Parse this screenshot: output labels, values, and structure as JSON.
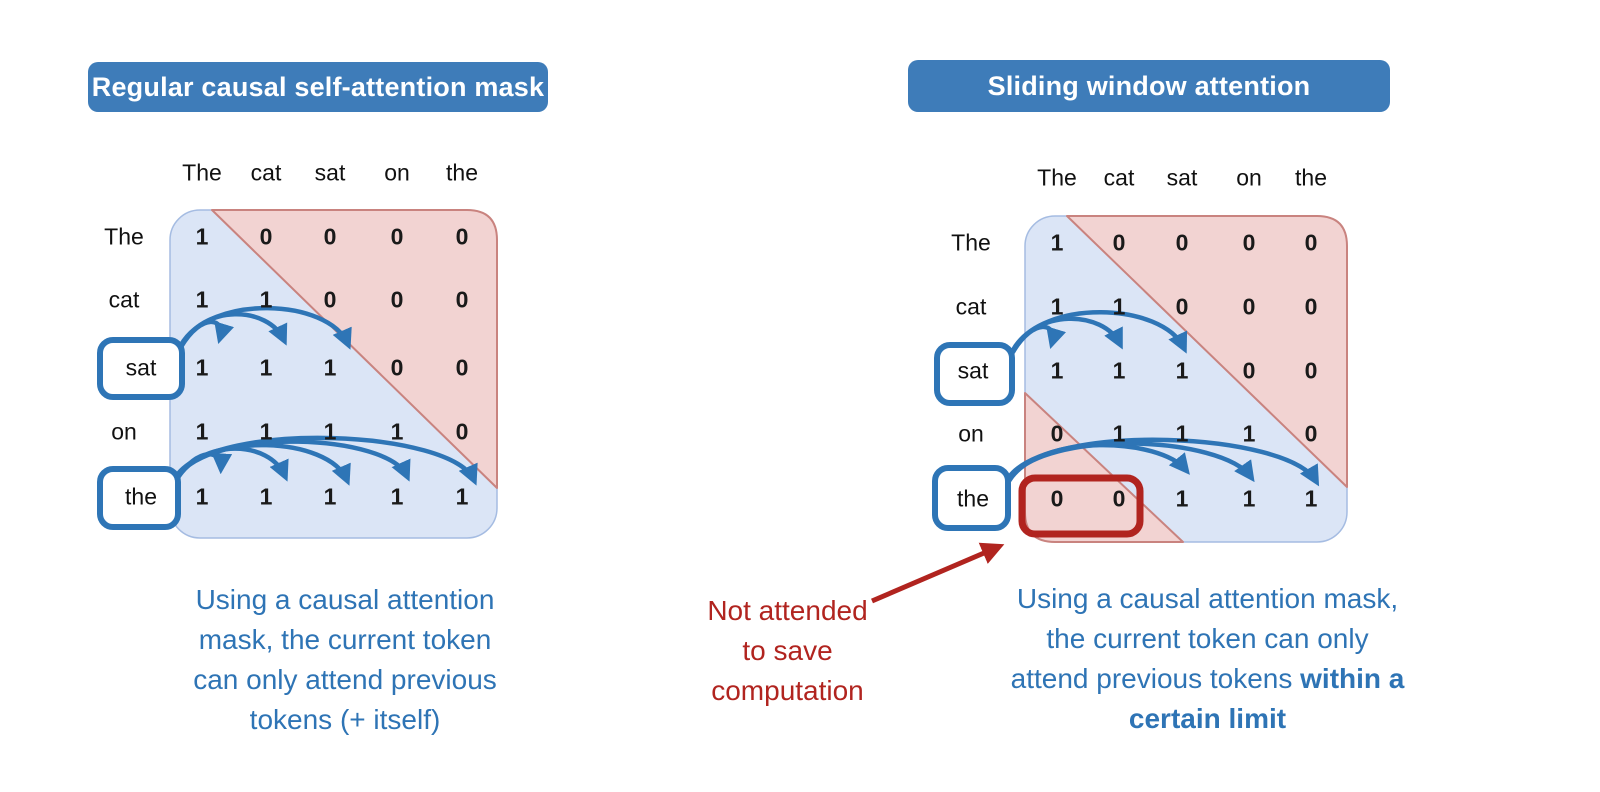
{
  "panels": [
    {
      "title": "Regular causal self-attention mask",
      "column_tokens": [
        "The",
        "cat",
        "sat",
        "on",
        "the"
      ],
      "row_tokens": [
        "The",
        "cat",
        "sat",
        "on",
        "the"
      ],
      "matrix": [
        [
          1,
          0,
          0,
          0,
          0
        ],
        [
          1,
          1,
          0,
          0,
          0
        ],
        [
          1,
          1,
          1,
          0,
          0
        ],
        [
          1,
          1,
          1,
          1,
          0
        ],
        [
          1,
          1,
          1,
          1,
          1
        ]
      ],
      "highlighted_rows": [
        2,
        4
      ],
      "caption_lines": [
        "Using a causal attention",
        "mask, the current token",
        "can only attend previous",
        "tokens (+ itself)"
      ]
    },
    {
      "title": "Sliding window attention",
      "column_tokens": [
        "The",
        "cat",
        "sat",
        "on",
        "the"
      ],
      "row_tokens": [
        "The",
        "cat",
        "sat",
        "on",
        "the"
      ],
      "matrix": [
        [
          1,
          0,
          0,
          0,
          0
        ],
        [
          1,
          1,
          0,
          0,
          0
        ],
        [
          1,
          1,
          1,
          0,
          0
        ],
        [
          0,
          1,
          1,
          1,
          0
        ],
        [
          0,
          0,
          1,
          1,
          1
        ]
      ],
      "highlighted_rows": [
        2,
        4
      ],
      "caption_rich": [
        [
          {
            "text": "Using a causal attention mask,",
            "bold": false
          }
        ],
        [
          {
            "text": "the current token can only",
            "bold": false
          }
        ],
        [
          {
            "text": "attend previous tokens ",
            "bold": false
          },
          {
            "text": "within a",
            "bold": true
          }
        ],
        [
          {
            "text": "certain limit",
            "bold": true
          }
        ]
      ],
      "annotation_lines": [
        "Not attended",
        "to save",
        "computation"
      ]
    }
  ],
  "colors": {
    "header_pill": "#3e7cb9",
    "caption_text": "#2e74b5",
    "arrow_blue": "#2e75b6",
    "allowed_fill": "#dbe5f6",
    "allowed_stroke": "#a5bce2",
    "blocked_fill": "#f2d3d2",
    "blocked_stroke": "#c9837f",
    "not_attended_red": "#b1241f"
  }
}
